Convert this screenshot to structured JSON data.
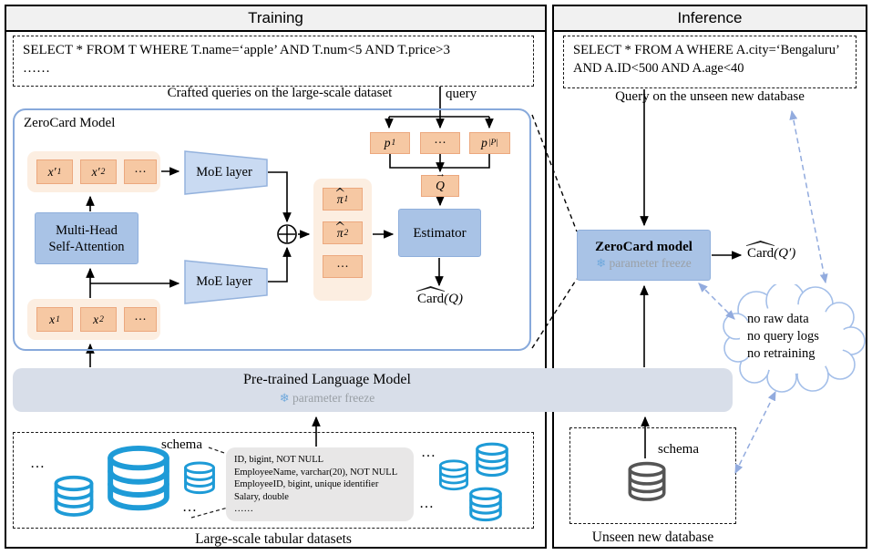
{
  "training": {
    "header": "Training",
    "queries_box": {
      "line1": "SELECT * FROM T WHERE T.name=‘apple’  AND T.num<5 AND T.price>3",
      "line2": "……",
      "caption": "Crafted queries on the large-scale dataset",
      "query_label": "query"
    },
    "model": {
      "title": "ZeroCard Model",
      "x_prime_tokens": [
        {
          "base": "x′",
          "sub": "1"
        },
        {
          "base": "x′",
          "sub": "2"
        },
        {
          "base": "···",
          "sub": ""
        }
      ],
      "x_tokens": [
        {
          "base": "x",
          "sub": "1"
        },
        {
          "base": "x",
          "sub": "2"
        },
        {
          "base": "···",
          "sub": ""
        }
      ],
      "moe_top_label": "MoE layer",
      "moe_bottom_label": "MoE layer",
      "attention_line1": "Multi-Head",
      "attention_line2": "Self-Attention",
      "p_tokens": [
        {
          "base": "p",
          "sub": "1"
        },
        {
          "base": "···",
          "sub": ""
        },
        {
          "base": "p",
          "sub": "|P|"
        }
      ],
      "pi_tokens": [
        {
          "base": "π",
          "sub": "1"
        },
        {
          "base": "π",
          "sub": "2"
        },
        {
          "base": "···",
          "sub": ""
        }
      ],
      "q_vector_label": "Q",
      "estimator_label": "Estimator",
      "output_hat": "Card",
      "output_arg": "(Q)"
    },
    "plm": {
      "title": "Pre-trained Language Model",
      "snowflake": "❄",
      "freeze_label": "parameter freeze"
    },
    "datasets": {
      "schema_label": "schema",
      "schema_lines": [
        "ID, bigint, NOT NULL",
        "EmployeeName, varchar(20), NOT NULL",
        "EmployeeID, bigint, unique identifier",
        "Salary, double",
        "……"
      ],
      "caption": "Large-scale tabular datasets",
      "dots": "…"
    }
  },
  "inference": {
    "header": "Inference",
    "query_box": {
      "line1": "SELECT * FROM A WHERE A.city=‘Bengaluru’",
      "line2": "AND A.ID<500 AND A.age<40",
      "caption": "Query on the unseen new database"
    },
    "model": {
      "title": "ZeroCard model",
      "snowflake": "❄",
      "freeze_label": "parameter freeze"
    },
    "output_hat": "Card",
    "output_arg": "(Q′)",
    "cloud_lines": [
      "no raw data",
      "no query logs",
      "no retraining"
    ],
    "database": {
      "schema_label": "schema",
      "caption": "Unseen new database"
    }
  },
  "colors": {
    "box_blue": "#A9C3E6",
    "box_blue_border": "#8FAFDC",
    "frame_blue": "#87A9DB",
    "token_orange": "#F6C8A3",
    "token_orange_border": "#ECA87E",
    "token_container": "#FCEEE1",
    "plm_bar": "#D8DEE9",
    "dashed_blue": "#92ABDE",
    "db_blue": "#1E9BD7",
    "db_gray": "#555555",
    "freeze_gray": "#9AA0A6",
    "snowflake_blue": "#6FA8DC"
  }
}
